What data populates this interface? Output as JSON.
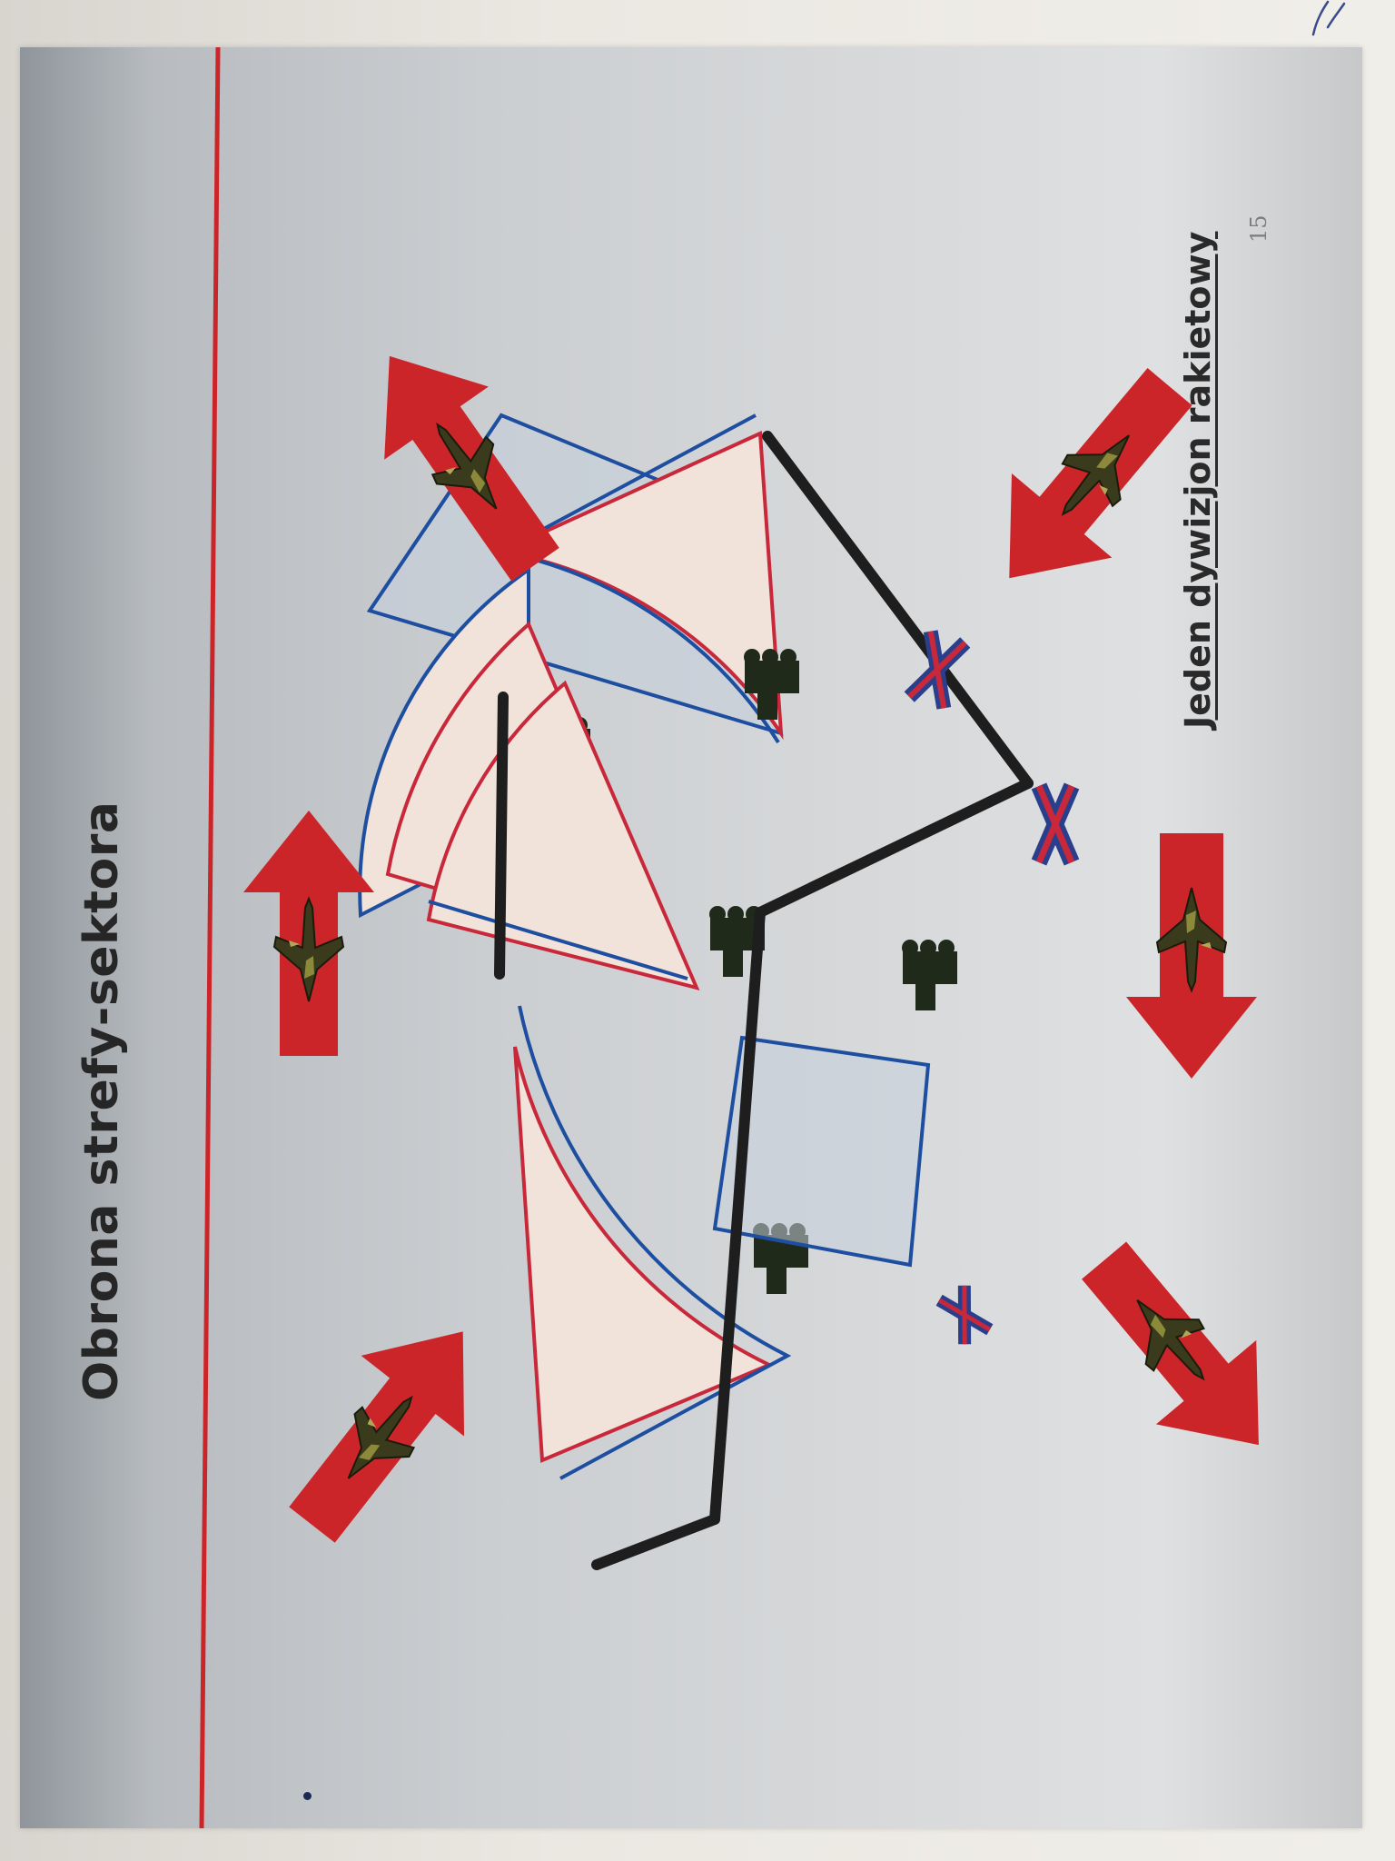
{
  "slide": {
    "title": "Obrona strefy-sektora",
    "subtitle": "Jeden dywizjon rakietowy",
    "page_number": "15"
  },
  "colors": {
    "accent_red": "#cc2529",
    "zone_blue": "#1d4ea0",
    "zone_red": "#c8283a",
    "zone_fill": "#f1e3da",
    "boundary": "#1e1e1e",
    "background_gray": "#c8cbce"
  },
  "icons": {
    "threat": "aircraft-icon",
    "launcher": "missile-launcher-icon",
    "blocked": "x-mark-icon"
  }
}
